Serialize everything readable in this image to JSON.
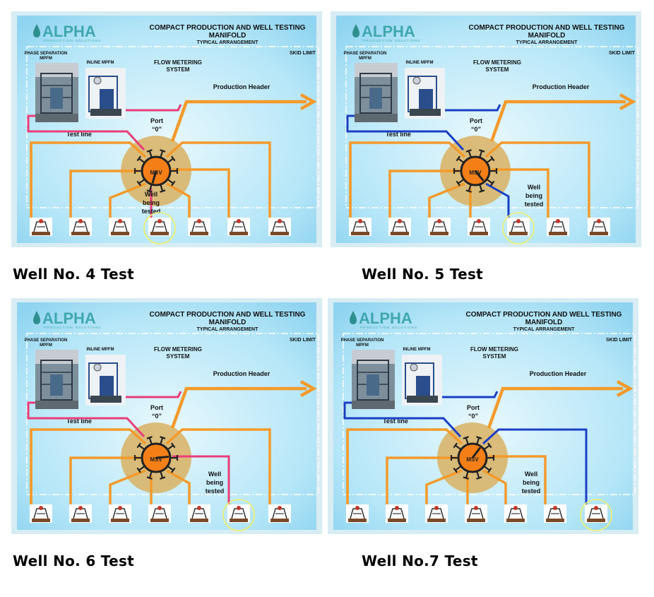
{
  "diagram": {
    "logo_text": "ALPHA",
    "logo_subtext": "PRODUCTION SOLUTIONS",
    "title_line1": "COMPACT PRODUCTION AND WELL TESTING",
    "title_line2": "MANIFOLD",
    "title_line3": "TYPICAL ARRANGEMENT",
    "skid_limit": "SKID LIMIT",
    "phase_separation_line1": "PHASE SEPARATION",
    "phase_separation_line2": "MPFM",
    "inline_mpfm": "INLINE MPFM",
    "flow_metering_line1": "FLOW METERING",
    "flow_metering_line2": "SYSTEM",
    "production_header": "Production Header",
    "port_line1": "Port",
    "port_line2": "“0”",
    "test_line": "Test line",
    "msv": "MSV",
    "well_line1": "Well",
    "well_line2": "being",
    "well_line3": "tested",
    "colors": {
      "flow": "#f39a2b",
      "test_pink": "#e83e78",
      "test_blue": "#1a3fc4",
      "background": "#bfe9f7",
      "valve_halo": "#d9b56a",
      "valve": "#f57f17",
      "highlight": "#f3f06a"
    }
  },
  "panels": [
    {
      "caption": "Well No. 4 Test",
      "tested_well": 3,
      "line_color": "pink"
    },
    {
      "caption": "Well No. 5 Test",
      "tested_well": 4,
      "line_color": "blue"
    },
    {
      "caption": "Well No. 6 Test",
      "tested_well": 5,
      "line_color": "pink"
    },
    {
      "caption": "Well No.7 Test",
      "tested_well": 6,
      "line_color": "blue"
    }
  ]
}
